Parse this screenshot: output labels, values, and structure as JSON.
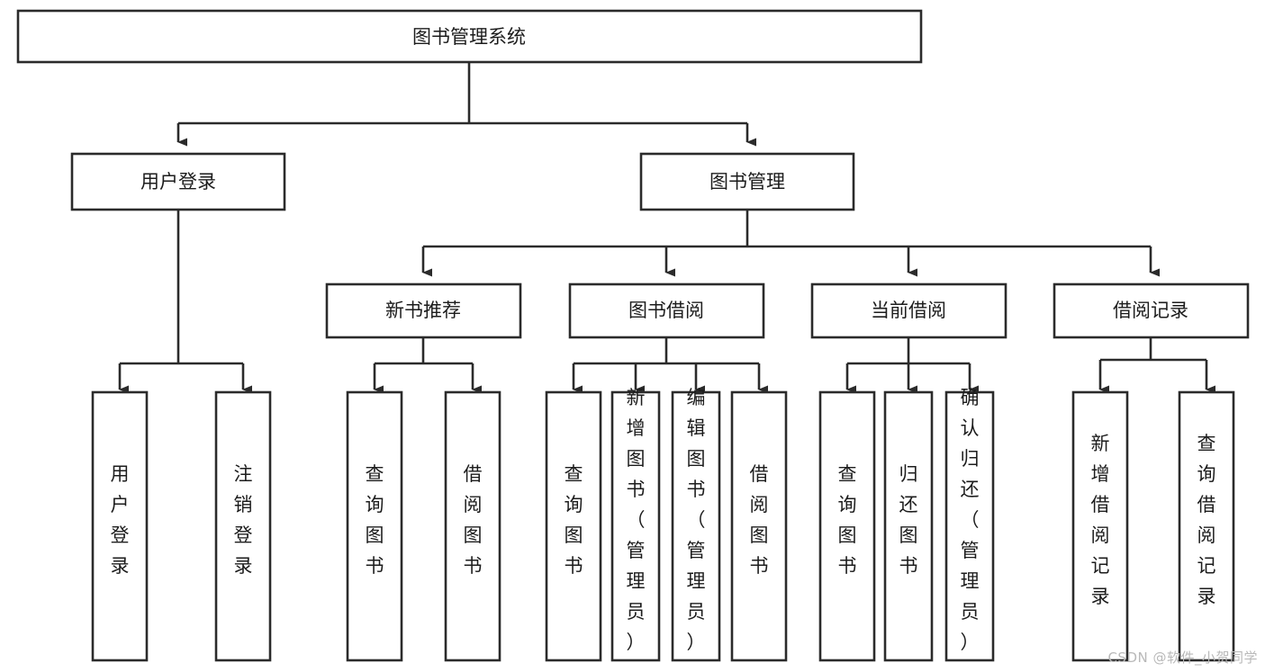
{
  "diagram": {
    "type": "tree-hierarchy",
    "title": "图书管理系统",
    "orientation": "top-down",
    "colors": {
      "background": "#ffffff",
      "box_fill": "#ffffff",
      "box_stroke": "#2b2b2b",
      "text": "#1c1c1c",
      "watermark": "#b9b9b9"
    },
    "nodes": {
      "root": {
        "label": "图书管理系统",
        "level": 0,
        "orientation": "horizontal"
      },
      "level1": [
        {
          "id": "user-login",
          "label": "用户登录",
          "orientation": "horizontal"
        },
        {
          "id": "book-management",
          "label": "图书管理",
          "orientation": "horizontal"
        }
      ],
      "level2": [
        {
          "id": "new-book-recommend",
          "label": "新书推荐",
          "orientation": "horizontal"
        },
        {
          "id": "book-borrow",
          "label": "图书借阅",
          "orientation": "horizontal"
        },
        {
          "id": "current-borrow",
          "label": "当前借阅",
          "orientation": "horizontal"
        },
        {
          "id": "borrow-record",
          "label": "借阅记录",
          "orientation": "horizontal"
        }
      ],
      "leaves": {
        "user_login": [
          {
            "id": "leaf-user-login",
            "label": "用户登录",
            "orientation": "vertical"
          },
          {
            "id": "leaf-logout",
            "label": "注销登录",
            "orientation": "vertical"
          }
        ],
        "new_book_recommend": [
          {
            "id": "leaf-query-book-1",
            "label": "查询图书",
            "orientation": "vertical"
          },
          {
            "id": "leaf-borrow-book-1",
            "label": "借阅图书",
            "orientation": "vertical"
          }
        ],
        "book_borrow": [
          {
            "id": "leaf-query-book-2",
            "label": "查询图书",
            "orientation": "vertical"
          },
          {
            "id": "leaf-add-book",
            "label": "新增图书（管理员）",
            "orientation": "vertical"
          },
          {
            "id": "leaf-edit-book",
            "label": "编辑图书（管理员）",
            "orientation": "vertical"
          },
          {
            "id": "leaf-borrow-book-2",
            "label": "借阅图书",
            "orientation": "vertical"
          }
        ],
        "current_borrow": [
          {
            "id": "leaf-query-book-3",
            "label": "查询图书",
            "orientation": "vertical"
          },
          {
            "id": "leaf-return-book",
            "label": "归还图书",
            "orientation": "vertical"
          },
          {
            "id": "leaf-confirm-return",
            "label": "确认归还（管理员）",
            "orientation": "vertical"
          }
        ],
        "borrow_record": [
          {
            "id": "leaf-add-record",
            "label": "新增借阅记录",
            "orientation": "vertical"
          },
          {
            "id": "leaf-query-record",
            "label": "查询借阅记录",
            "orientation": "vertical"
          }
        ]
      }
    }
  },
  "watermark": {
    "text": "CSDN @软件_小贺同学"
  }
}
